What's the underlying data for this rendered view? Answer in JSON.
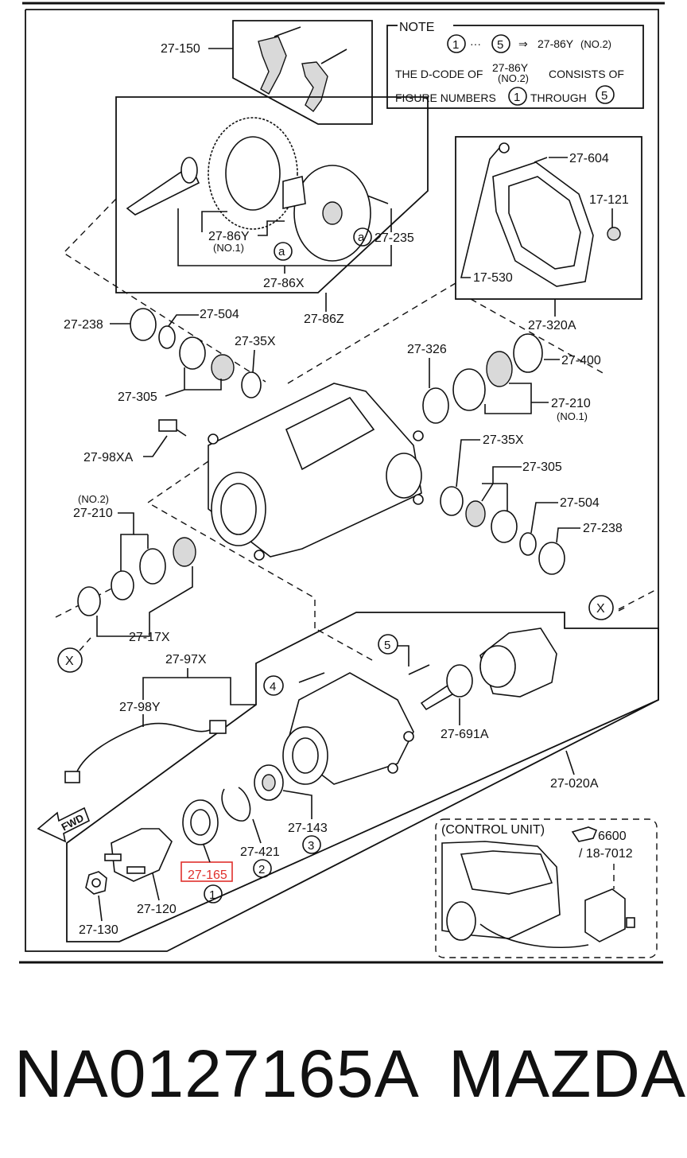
{
  "note": {
    "title": "NOTE",
    "range_start": "1",
    "range_sep": "···",
    "range_end": "5",
    "arrow": "⇒",
    "range_target": "27-86Y",
    "range_target_suffix": "(NO.2)",
    "line2_prefix": "THE D-CODE OF",
    "line2_code": "27-86Y",
    "line2_code_sub": "(NO.2)",
    "line2_suffix": "CONSISTS OF",
    "line3_prefix": "FIGURE NUMBERS",
    "line3_start": "1",
    "line3_mid": "THROUGH",
    "line3_end": "5"
  },
  "labels": {
    "p27_150": "27-150",
    "p27_86y_no1": "27-86Y",
    "no1_a": "(NO.1)",
    "p27_235": "27-235",
    "p27_86x": "27-86X",
    "p27_86z": "27-86Z",
    "p27_604": "27-604",
    "p17_121": "17-121",
    "p17_530": "17-530",
    "p27_320a": "27-320A",
    "p27_238_a": "27-238",
    "p27_504_a": "27-504",
    "p27_35x_a": "27-35X",
    "p27_305_a": "27-305",
    "p27_326": "27-326",
    "p27_400": "27-400",
    "p27_210_no1": "27-210",
    "no1_b": "(NO.1)",
    "p27_98xa": "27-98XA",
    "p27_35x_b": "27-35X",
    "p27_305_b": "27-305",
    "p27_504_b": "27-504",
    "p27_238_b": "27-238",
    "no2": "(NO.2)",
    "p27_210_no2": "27-210",
    "p27_17x": "27-17X",
    "p27_97x": "27-97X",
    "p27_98y": "27-98Y",
    "p27_691a": "27-691A",
    "p27_020a": "27-020A",
    "p27_143": "27-143",
    "p27_421": "27-421",
    "p27_165": "27-165",
    "p27_120": "27-120",
    "p27_130": "27-130",
    "fwd": "FWD",
    "control_unit": "(CONTROL UNIT)",
    "ref_6600": "6600",
    "ref_18_7012": "/ 18-7012"
  },
  "markers": {
    "a1": "a",
    "a2": "a",
    "x1": "X",
    "x2": "X",
    "n1": "1",
    "n2": "2",
    "n3": "3",
    "n4": "4",
    "n5": "5"
  },
  "highlight_color": "#e0302c",
  "footer": {
    "part_number": "NA0127165A",
    "brand": "MAZDA"
  }
}
